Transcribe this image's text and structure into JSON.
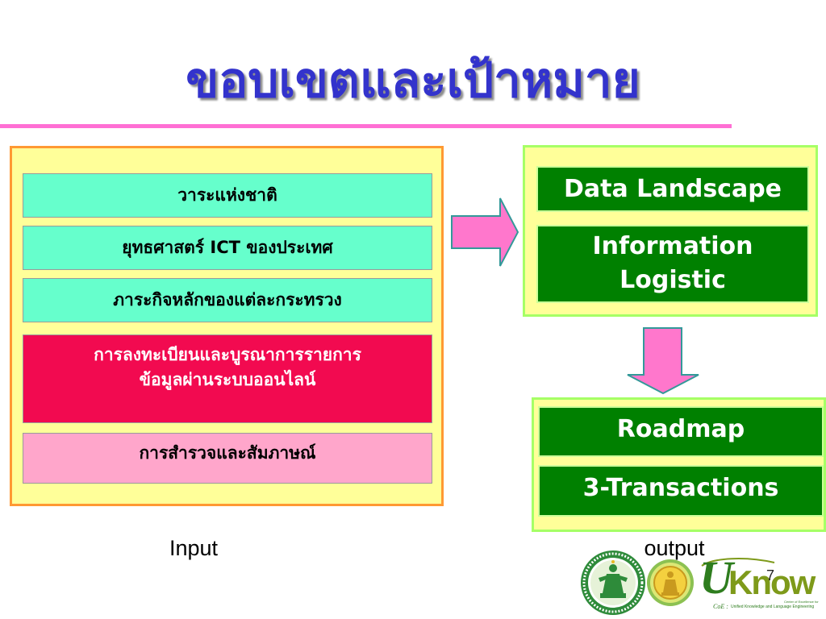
{
  "slide": {
    "title": "ขอบเขตและเป้าหมาย",
    "page_number": "7"
  },
  "theme": {
    "title_color": "#3333CC",
    "rule_color": "#FF6FD4",
    "panel_fill": "#FFFF99",
    "input_panel_border": "#FF9933",
    "output_panel_border": "#A6FF66",
    "output_box_fill": "#008000",
    "output_box_text": "#FFFFFF",
    "arrow_fill": "#FF77CC",
    "arrow_outline": "#339999"
  },
  "input_panel": {
    "caption": "Input",
    "items": [
      {
        "lines": [
          "วาระแห่งชาติ"
        ],
        "fill": "#66FFCC",
        "text_color": "#000000"
      },
      {
        "lines": [
          "ยุทธศาสตร์ ICT ของประเทศ"
        ],
        "fill": "#66FFCC",
        "text_color": "#000000"
      },
      {
        "lines": [
          "ภาระกิจหลักของแต่ละกระทรวง"
        ],
        "fill": "#66FFCC",
        "text_color": "#000000"
      },
      {
        "lines": [
          "การลงทะเบียนและบูรณาการรายการ",
          "ข้อมูลผ่านระบบออนไลน์"
        ],
        "fill": "#F20A50",
        "text_color": "#FFFFFF"
      },
      {
        "lines": [
          "การสำรวจและสัมภาษณ์"
        ],
        "fill": "#FFA6CB",
        "text_color": "#000000"
      }
    ]
  },
  "output_panel": {
    "caption": "output",
    "upper_items": [
      {
        "lines": [
          "Data Landscape"
        ]
      },
      {
        "lines": [
          "Information",
          "Logistic"
        ]
      }
    ],
    "lower_items": [
      {
        "lines": [
          "Roadmap"
        ]
      },
      {
        "lines": [
          "3-Transactions"
        ]
      }
    ]
  },
  "icons": {
    "flow_right": "arrow-right-icon",
    "flow_down": "arrow-down-icon"
  },
  "logos": {
    "seal": "green-seal-icon",
    "emblem": "gold-emblem-icon",
    "uknow": {
      "u": "U",
      "know": "Know",
      "coe": "CoE :",
      "tagline_1": "Center of Excellence for",
      "tagline_2": "Unified Knowledge and Language Engineering"
    }
  }
}
